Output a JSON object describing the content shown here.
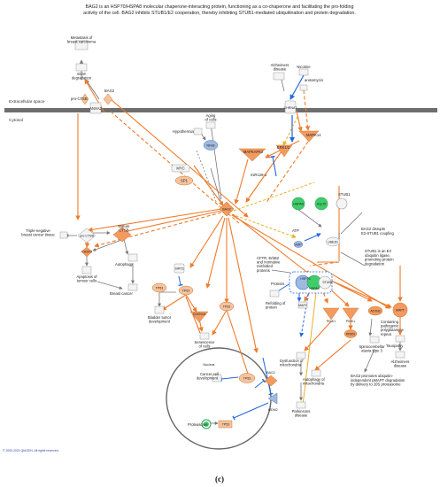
{
  "title": {
    "line1": "BAG2 is an HSP70/HSPA8 molecular chaperone-interacting protein, functioning as a co-chaperone and facilitating the pro-folding",
    "line2": "activity of the cell. BAG2 inhibits STUB1/E2 cooperation, thereby inhibiting STUB1-mediated ubiquitination and protein degradation."
  },
  "regions": {
    "extracellular": "Extracellular space",
    "cytosol": "Cytosol",
    "nucleus": "Nucleus"
  },
  "nodes": {
    "metastasis": [
      "Metastasis of",
      "breast carcinoma"
    ],
    "ecm": [
      "ECM",
      "degradation"
    ],
    "pro_ctsb_top": "pro-CTSB",
    "bag2_top": "BAG2",
    "anxa2": "ANXA2",
    "alzheimers_top": [
      "Alzheimers",
      "disease"
    ],
    "nicotine": "Nicotine",
    "anisomycin": "anisomycin",
    "chrna7": "CHRNA7",
    "mapk14": "MAPK14",
    "aging": [
      "Aging",
      "of cells"
    ],
    "hypothermia": "Hypothermia",
    "nfkb": "NFκB",
    "mapkapk2": "MAPKAPK2",
    "mir": "miR128-1",
    "erk12": "ERK1/2",
    "myc": "MYC",
    "sp1": "SP1",
    "bag2_center": "BAG2",
    "hspa8": "HSPA8",
    "hsp70": "Hsp70",
    "stub1_top": "STUB1",
    "atp": "ATP",
    "adp": "ADP",
    "ube2d": "UBE2D",
    "tnbc": [
      "Triple-negative",
      "breast cancer tissue"
    ],
    "pro_ctsb_mid": "pro-CTSB",
    "mature_ctsb": [
      "Mature",
      "CTSB"
    ],
    "casp3": "CASP3",
    "autophagy": "Autophagy",
    "apoptosis": [
      "Apoptosis of",
      "tumour cells"
    ],
    "breast_cancer": "Breast cancer",
    "sirt3": "SIRT3",
    "tp53_a": "TP53",
    "tp53_b": "TP53",
    "tp53_c": "TP53",
    "bladder": [
      "Bladder tumor",
      "development"
    ],
    "cdkn1a": "CDKN1A",
    "senescence": [
      "Senescence",
      "of cells"
    ],
    "bag2_note_1": [
      "BAG2 disrupts",
      "E2-STUB1 coupling"
    ],
    "bag2_note_2": [
      "STUB1 is an E3",
      "ubiquitin ligase,",
      "promoting protein",
      "degradation"
    ],
    "cftr": [
      "CFTR, ErbB2",
      "and nonnative",
      "misfolded",
      "proteins"
    ],
    "proteins": "Proteins",
    "hsp70_complex": "HSP70",
    "stub1_complex": "STUB1",
    "hspa8_complex": "HSPA8",
    "refolding": [
      "Refolding of",
      "protein"
    ],
    "map2": "MAP2",
    "pink1_a": "PINK1",
    "pink1_b": "PINK1",
    "atxn3": "ATXN3",
    "mapt": "MAPT",
    "tauopathy": "Tauopathy",
    "alzheimers_right": [
      "Alzheimers",
      "disease"
    ],
    "prkn": "PRKN",
    "polyglutamine": [
      "Containing",
      "pathogenic",
      "polyglutamine",
      "repeat"
    ],
    "sca3": [
      "Spinocerebellar",
      "ataxia type 3"
    ],
    "dysfunction": [
      "Dysfunction of",
      "mitochondria"
    ],
    "autophagy_mito": [
      "Autophagy of",
      "mitochondria"
    ],
    "parkinsons": [
      "Parkinsons",
      "disease"
    ],
    "bag2_note_3": [
      "BAG2 promotes ubiquitin-",
      "independent pMAPT degradation",
      "by delivery to 20S proteasome"
    ],
    "cancer_dev": [
      "Cancer cell",
      "development"
    ],
    "tp53_nuc": "TP53",
    "bag2_nuc": "BAG2",
    "mdm2": "MDM2",
    "proteasome": "Proteasome",
    "tp53_nuc2": "TP53"
  },
  "footer": "© 2000-2020 QIAGEN. All rights reserved.",
  "panel_label": "(c)",
  "colors": {
    "activation": "#f07a2a",
    "inhibition": "#2266dd",
    "predicted_up": "#f29a5f",
    "predicted_up_light": "#f5c39e",
    "predicted_down": "#9fb9e0",
    "measured_up": "#3fcc6a",
    "neutral": "#f4f4f4",
    "membrane": "#6e6e6e"
  }
}
